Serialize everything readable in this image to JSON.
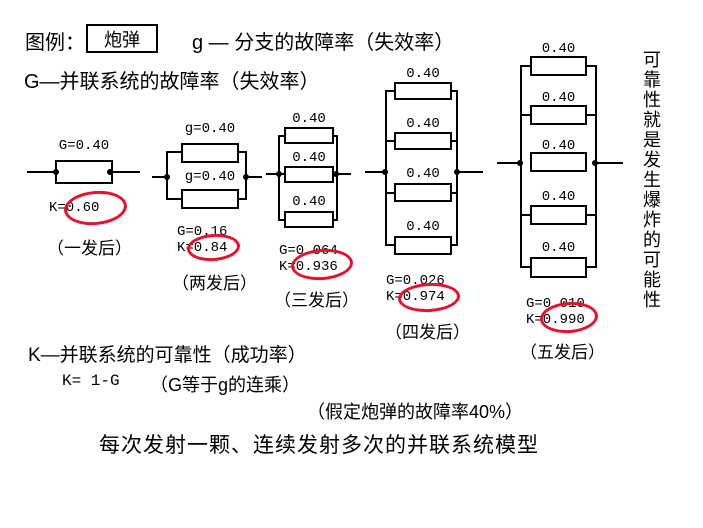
{
  "colors": {
    "line": "#000000",
    "highlight_red": "#e8112d",
    "background": "#ffffff"
  },
  "legend": {
    "label": "图例：",
    "item": "炮弹",
    "g_definition": "g — 分支的故障率（失效率）",
    "G_definition": "G—并联系统的故障率（失效率）"
  },
  "diagrams": [
    {
      "name": "after-1-shot",
      "branch_labels": [
        "G=0.40"
      ],
      "G": "",
      "K": "K=0.60",
      "caption": "（一发后）"
    },
    {
      "name": "after-2-shots",
      "branch_labels": [
        "g=0.40",
        "g=0.40"
      ],
      "G": "G=0.16",
      "K": "K=0.84",
      "caption": "（两发后）"
    },
    {
      "name": "after-3-shots",
      "branch_labels": [
        "0.40",
        "0.40",
        "0.40"
      ],
      "G": "G=0.064",
      "K": "K=0.936",
      "caption": "（三发后）"
    },
    {
      "name": "after-4-shots",
      "branch_labels": [
        "0.40",
        "0.40",
        "0.40",
        "0.40"
      ],
      "G": "G=0.026",
      "K": "K=0.974",
      "caption": "（四发后）"
    },
    {
      "name": "after-5-shots",
      "branch_labels": [
        "0.40",
        "0.40",
        "0.40",
        "0.40",
        "0.40"
      ],
      "G": "G=0.010",
      "K": "K=0.990",
      "caption": "（五发后）"
    }
  ],
  "side_note_vertical": "可靠性就是发生爆炸的可能性",
  "k_section": {
    "K_definition": "K—并联系统的可靠性（成功率）",
    "formula": "K= 1-G",
    "formula_note": "（G等于g的连乘）"
  },
  "assumption": "（假定炮弹的故障率40%）",
  "title": "每次发射一颗、连续发射多次的并联系统模型"
}
